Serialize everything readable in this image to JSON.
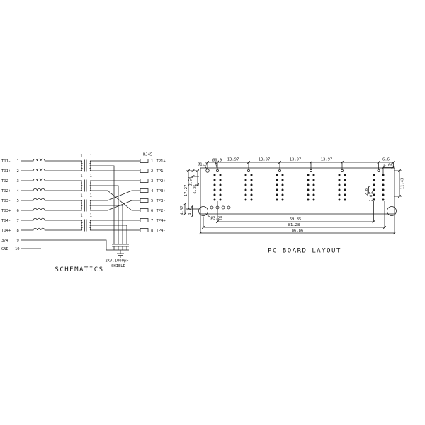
{
  "schematic": {
    "title": "SCHEMATICS",
    "connector_label": "RJ45",
    "transformer_ratio": "1 : 1",
    "capacitor_label": "2KV,1000pF",
    "shield_label": "SHIELD",
    "left_pins": [
      {
        "n": "1",
        "label": "TD1-"
      },
      {
        "n": "2",
        "label": "TD1+"
      },
      {
        "n": "3",
        "label": "TD2-"
      },
      {
        "n": "4",
        "label": "TD2+"
      },
      {
        "n": "5",
        "label": "TD3-"
      },
      {
        "n": "6",
        "label": "TD3+"
      },
      {
        "n": "7",
        "label": "TD4-"
      },
      {
        "n": "8",
        "label": "TD4+"
      },
      {
        "n": "9",
        "label": "3/4"
      },
      {
        "n": "10",
        "label": "GND"
      }
    ],
    "right_pins": [
      {
        "n": "1",
        "label": "TP1+"
      },
      {
        "n": "2",
        "label": "TP1-"
      },
      {
        "n": "3",
        "label": "TP2+"
      },
      {
        "n": "4",
        "label": "TP3+"
      },
      {
        "n": "5",
        "label": "TP3-"
      },
      {
        "n": "6",
        "label": "TP2-"
      },
      {
        "n": "7",
        "label": "TP4+"
      },
      {
        "n": "8",
        "label": "TP4-"
      }
    ]
  },
  "pcb": {
    "title": "PC BOARD LAYOUT",
    "dims": {
      "hole_small": "Ø1.6",
      "hole_pin": "Ø0.9",
      "pitch": "13.97",
      "right_span": "6.6",
      "right_pitch": "4.06",
      "left_a": "17.27",
      "left_b": "2.54",
      "left_c": "6.35",
      "left_d": "4.57",
      "left_e": "4.7",
      "inner_a": "2.8",
      "inner_b": "1.01",
      "hole_mount": "Ø3.25",
      "side_height": "11.43",
      "bottom_a": "69.85",
      "bottom_b": "81.28",
      "bottom_c": "86.86"
    }
  }
}
